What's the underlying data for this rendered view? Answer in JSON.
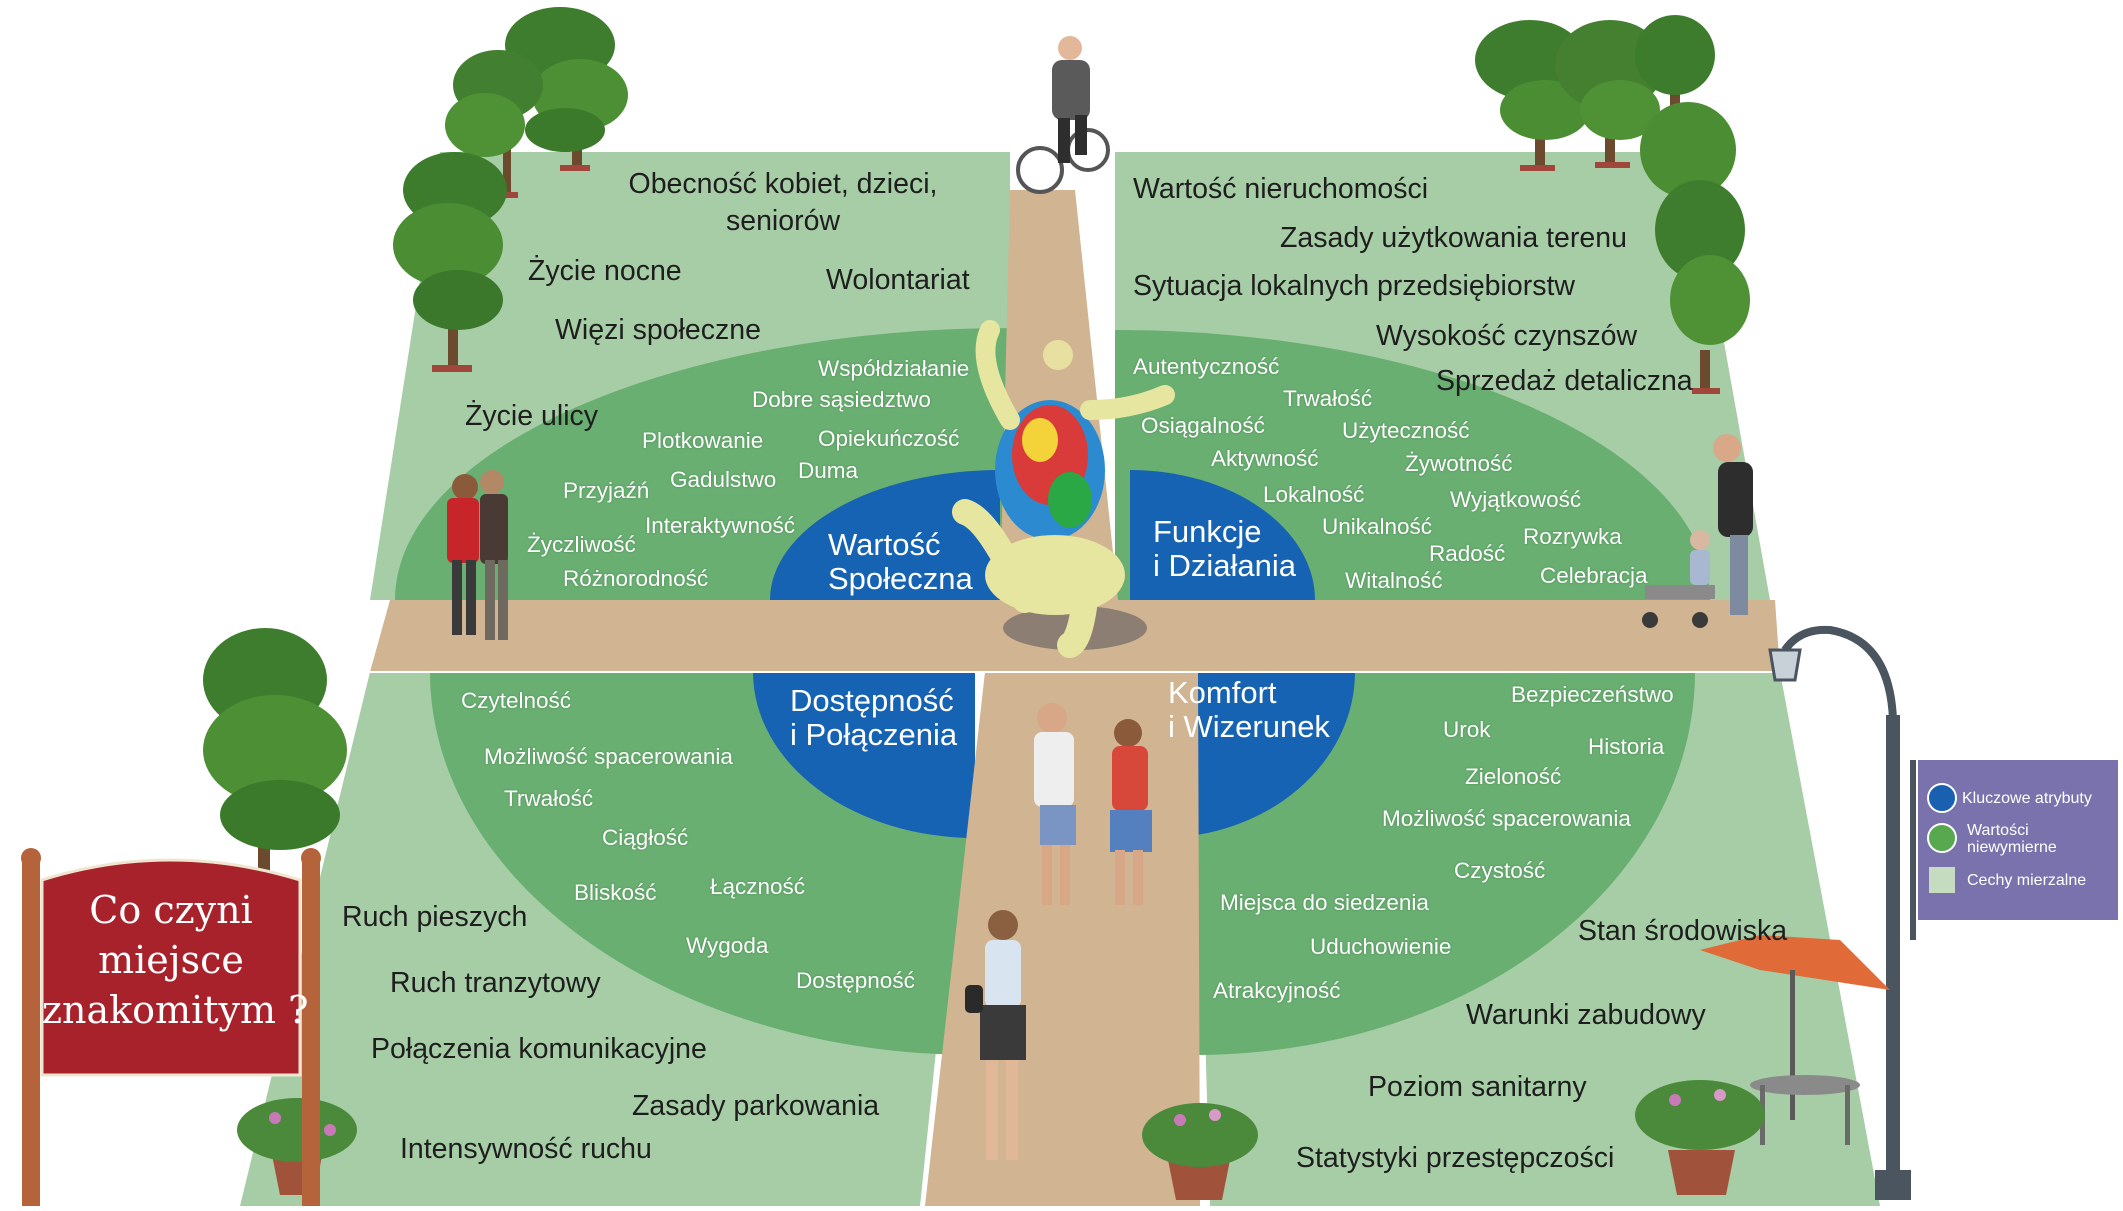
{
  "core": {
    "social": [
      "Wartość",
      "Społeczna"
    ],
    "uses": [
      "Funkcje",
      "i Działania"
    ],
    "access": [
      "Dostępność",
      "i Połączenia"
    ],
    "comfort": [
      "Komfort",
      "i Wizerunek"
    ]
  },
  "intangibles": {
    "social": [
      "Współdziałanie",
      "Dobre sąsiedztwo",
      "Plotkowanie",
      "Opiekuńczość",
      "Gadulstwo",
      "Duma",
      "Przyjaźń",
      "Interaktywność",
      "Życzliwość",
      "Różnorodność"
    ],
    "uses": [
      "Autentyczność",
      "Trwałość",
      "Osiągalność",
      "Użyteczność",
      "Aktywność",
      "Żywotność",
      "Lokalność",
      "Wyjątkowość",
      "Unikalność",
      "Rozrywka",
      "Radość",
      "Witalność",
      "Celebracja"
    ],
    "access": [
      "Czytelność",
      "Możliwość spacerowania",
      "Trwałość",
      "Ciągłość",
      "Bliskość",
      "Łączność",
      "Wygoda",
      "Dostępność"
    ],
    "comfort": [
      "Bezpieczeństwo",
      "Urok",
      "Historia",
      "Zieloność",
      "Możliwość spacerowania",
      "Czystość",
      "Miejsca do siedzenia",
      "Uduchowienie",
      "Atrakcyjność"
    ]
  },
  "measurements": {
    "social": [
      "Obecność kobiet, dzieci,",
      "seniorów",
      "Życie nocne",
      "Wolontariat",
      "Więzi społeczne",
      "Życie ulicy"
    ],
    "uses": [
      "Wartość nieruchomości",
      "Zasady użytkowania terenu",
      "Sytuacja lokalnych przedsiębiorstw",
      "Wysokość czynszów",
      "Sprzedaż detaliczna"
    ],
    "access": [
      "Ruch pieszych",
      "Ruch tranzytowy",
      "Połączenia komunikacyjne",
      "Zasady parkowania",
      "Intensywność ruchu"
    ],
    "comfort": [
      "Stan środowiska",
      "Warunki zabudowy",
      "Poziom sanitarny",
      "Statystyki przestępczości"
    ]
  },
  "sign": [
    "Co czyni",
    "miejsce",
    "znakomitym ?"
  ],
  "legend": {
    "items": [
      {
        "color": "#1a60b0",
        "lines": [
          "Kluczowe atrybuty"
        ]
      },
      {
        "color": "#58a850",
        "lines": [
          "Wartości",
          "niewymierne"
        ]
      },
      {
        "color": "#c6dcc0",
        "lines": [
          "Cechy mierzalne"
        ]
      }
    ]
  },
  "colors": {
    "plaza": "#a6cda6",
    "ring": "#6aaf72",
    "core": "#1763b3",
    "path": "#d1b491",
    "sign": "#a8222c",
    "banner": "#7a72ac"
  },
  "icons": [
    "tree-icon",
    "cyclist-figure",
    "statue-figure",
    "walking-couple-figure",
    "parent-with-stroller-figure",
    "elderly-couple-figure",
    "woman-walking-figure",
    "street-lamp-icon",
    "patio-umbrella-icon",
    "flower-pot-icon"
  ]
}
